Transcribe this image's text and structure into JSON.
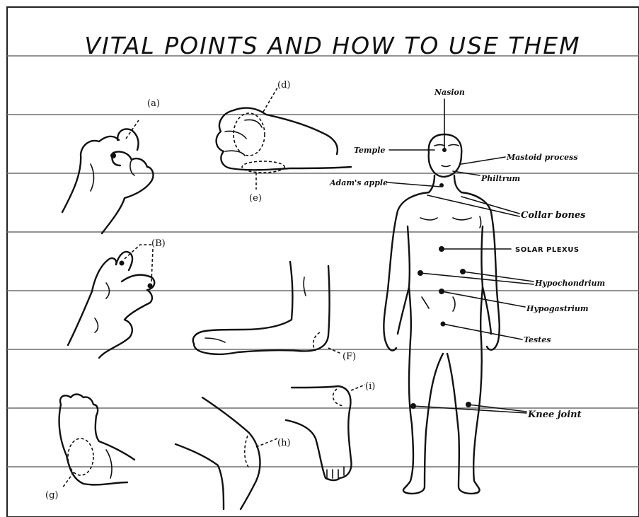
{
  "title": "VITAL POINTS AND HOW TO USE THEM",
  "figure_labels": {
    "a": "(a)",
    "b": "(B)",
    "d": "(d)",
    "e": "(e)",
    "f": "(F)",
    "g": "(g)",
    "h": "(h)",
    "i": "(i)"
  },
  "body_labels": {
    "nasion": "Nasion",
    "temple": "Temple",
    "mastoid": "Mastoid process",
    "philtrum": "Philtrum",
    "adams_apple": "Adam's apple",
    "collar_bones": "Collar bones",
    "solar_plexus": "SOLAR PLEXUS",
    "hypochondrium": "Hypochondrium",
    "hypogastrium": "Hypogastrium",
    "testes": "Testes",
    "knee_joint": "Knee joint"
  }
}
